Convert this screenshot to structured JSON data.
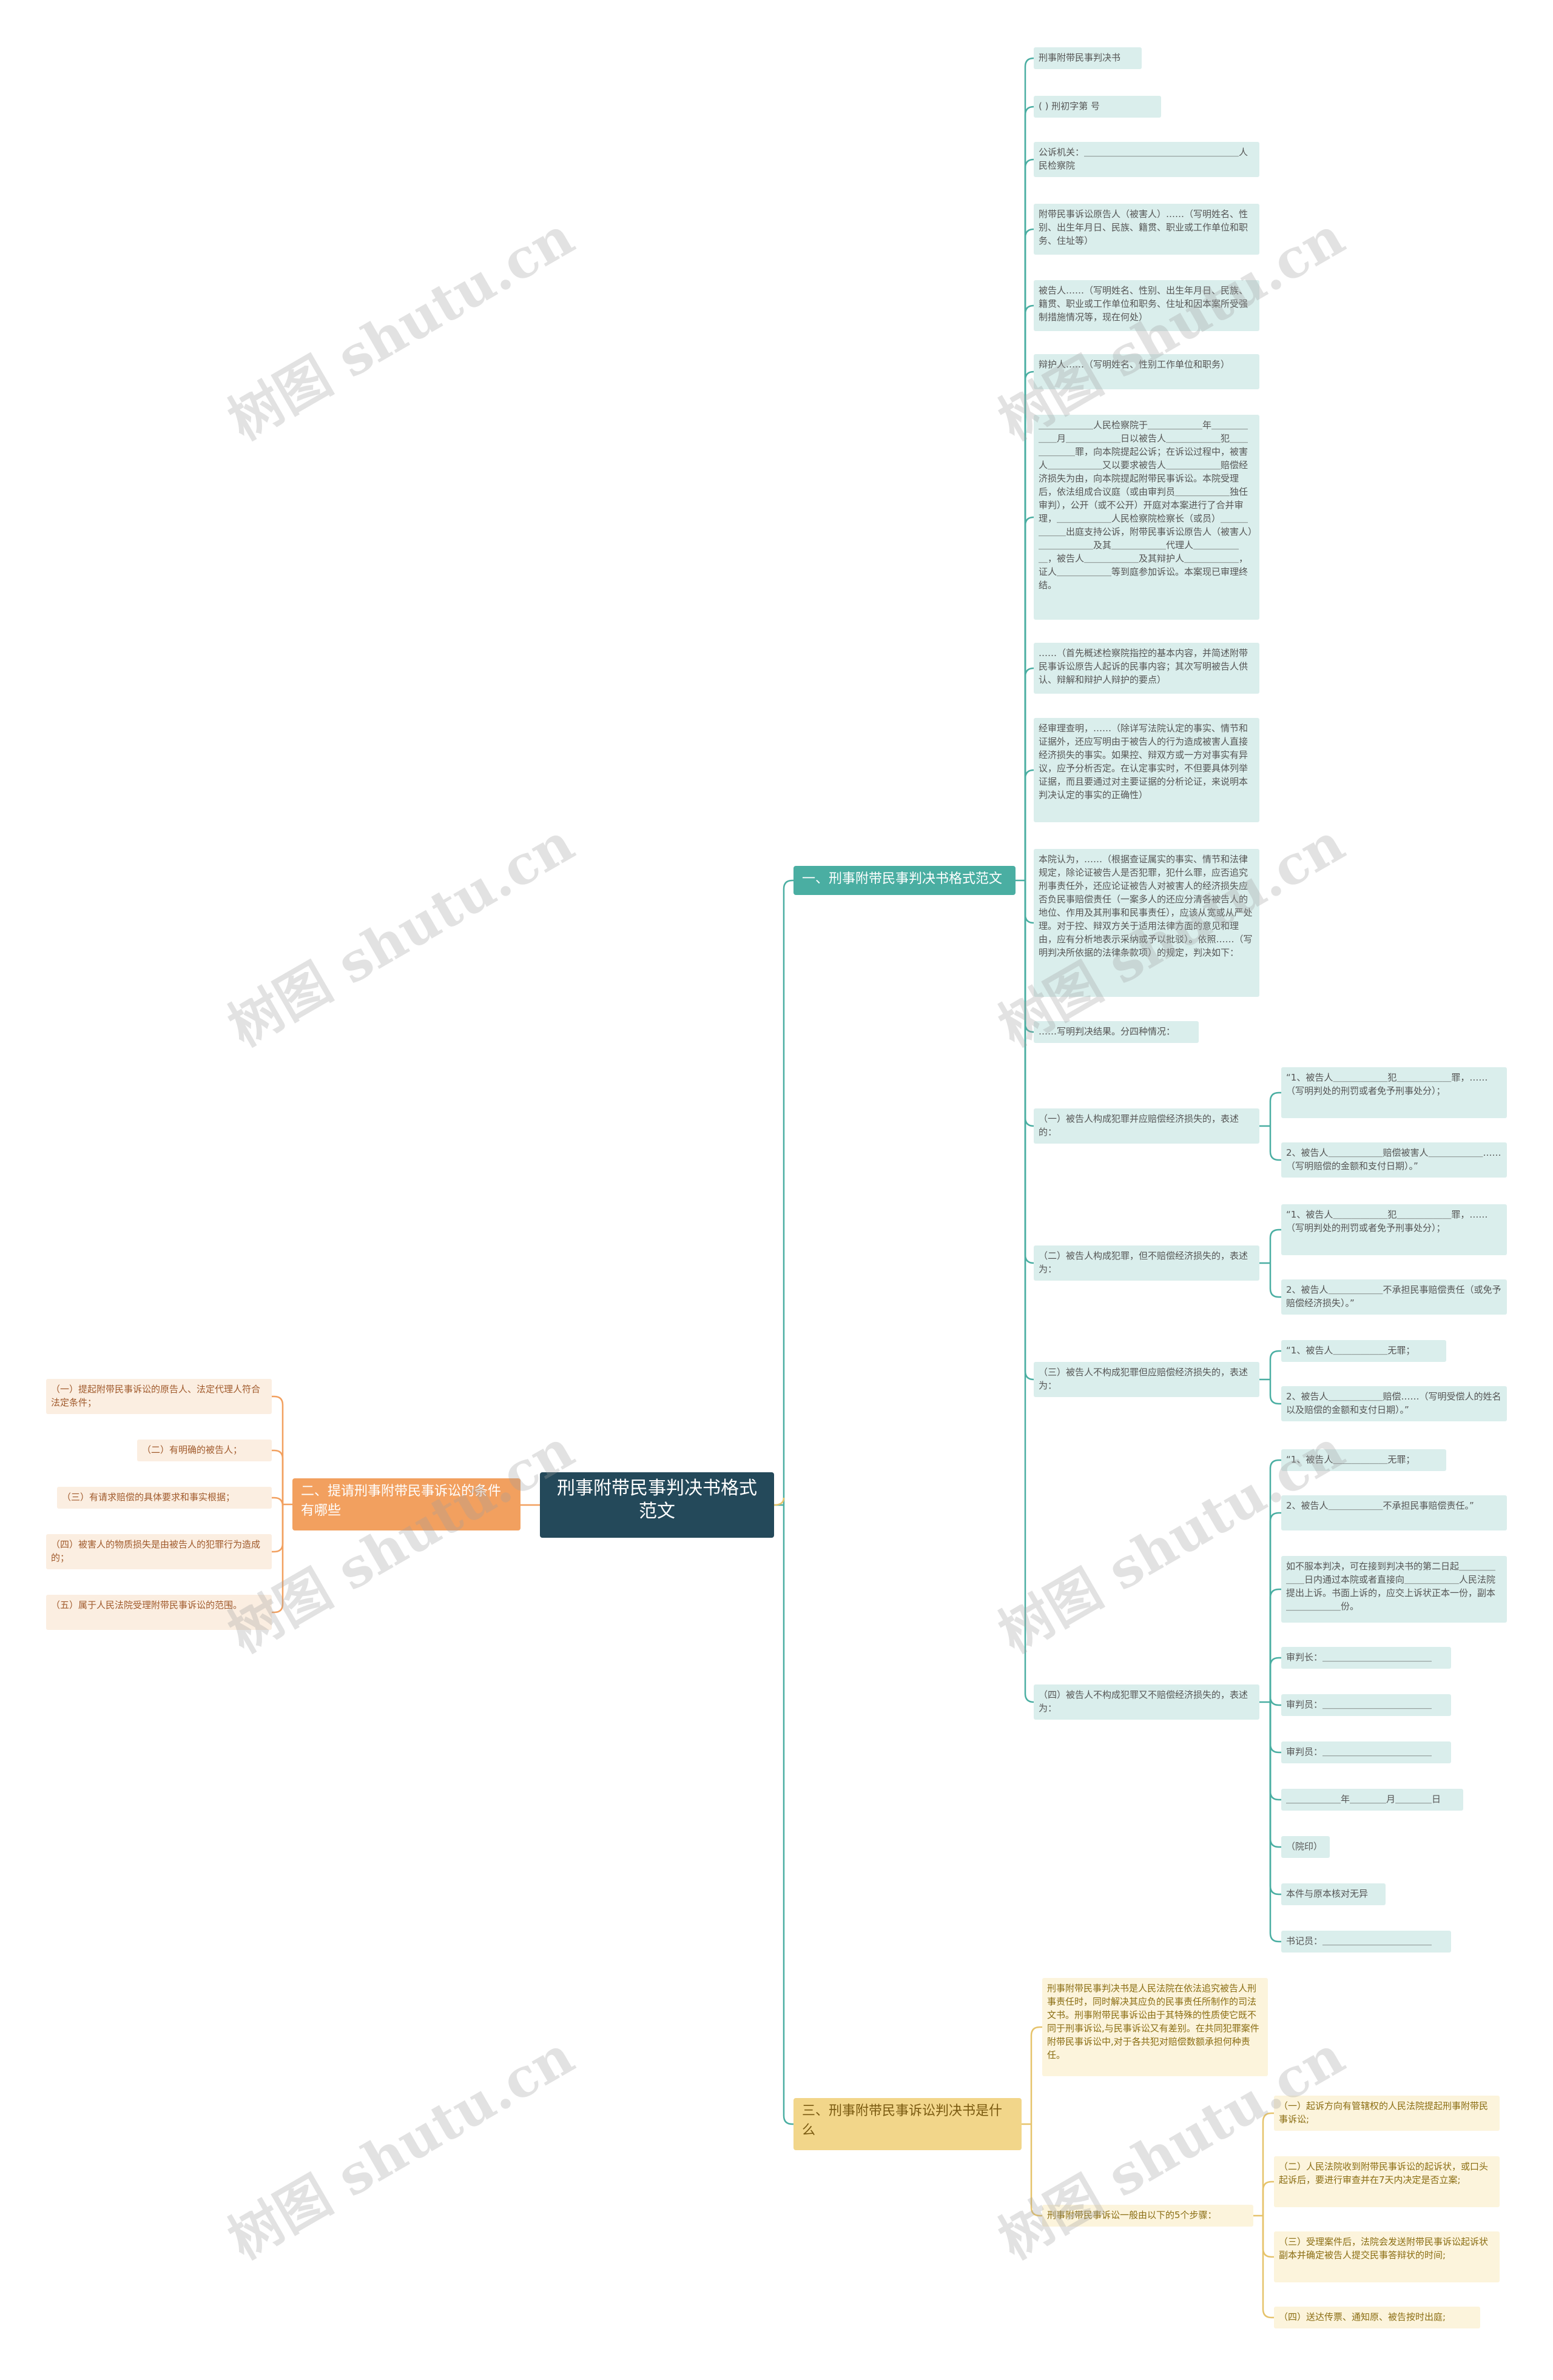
{
  "root": {
    "label": "刑事附带民事判决书格式范文"
  },
  "branches": [
    {
      "label": "一、刑事附带民事判决书格式范文",
      "nodes": [
        "刑事附带民事判决书",
        "(      )  刑初字第      号",
        "公诉机关：＿＿＿＿＿＿＿＿＿＿＿＿＿＿＿＿＿人民检察院",
        "附带民事诉讼原告人（被害人）……（写明姓名、性别、出生年月日、民族、籍贯、职业或工作单位和职务、住址等）",
        "被告人……（写明姓名、性别、出生年月日、民族、籍贯、职业或工作单位和职务、住址和因本案所受强制措施情况等，现在何处）",
        "辩护人……（写明姓名、性别工作单位和职务）",
        "＿＿＿＿＿＿人民检察院于＿＿＿＿＿＿年＿＿＿＿＿＿月＿＿＿＿＿＿日以被告人＿＿＿＿＿＿犯＿＿＿＿＿＿罪，向本院提起公诉；在诉讼过程中，被害人＿＿＿＿＿＿又以要求被告人＿＿＿＿＿＿赔偿经济损失为由，向本院提起附带民事诉讼。本院受理后，依法组成合议庭（或由审判员＿＿＿＿＿＿独任审判），公开（或不公开）开庭对本案进行了合并审理，＿＿＿＿＿＿人民检察院检察长（或员）＿＿＿＿＿＿出庭支持公诉，附带民事诉讼原告人（被害人）＿＿＿＿＿＿及其＿＿＿＿＿＿代理人＿＿＿＿＿＿，被告人＿＿＿＿＿＿及其辩护人＿＿＿＿＿＿，证人＿＿＿＿＿＿等到庭参加诉讼。本案现已审理终结。",
        "……（首先概述检察院指控的基本内容，并简述附带民事诉讼原告人起诉的民事内容；其次写明被告人供认、辩解和辩护人辩护的要点）",
        "经审理查明，……（除详写法院认定的事实、情节和证据外，还应写明由于被告人的行为造成被害人直接经济损失的事实。如果控、辩双方或一方对事实有异议，应予分析否定。在认定事实时，不但要具体列举证据，而且要通过对主要证据的分析论证，来说明本判决认定的事实的正确性）",
        "本院认为，……（根据查证属实的事实、情节和法律规定，除论证被告人是否犯罪，犯什么罪，应否追究刑事责任外，还应论证被告人对被害人的经济损失应否负民事赔偿责任（一案多人的还应分清各被告人的地位、作用及其刑事和民事责任），应该从宽或从严处理。对于控、辩双方关于适用法律方面的意见和理由，应有分析地表示采纳或予以批驳）。依照……（写明判决所依据的法律条款项）的规定，判决如下：",
        "……写明判决结果。分四种情况："
      ],
      "cases": [
        {
          "label": "（一）被告人构成犯罪并应赔偿经济损失的，表述的：",
          "items": [
            "“1、被告人＿＿＿＿＿＿犯＿＿＿＿＿＿罪，……（写明判处的刑罚或者免予刑事处分）；",
            "2、被告人＿＿＿＿＿＿赔偿被害人＿＿＿＿＿＿……（写明赔偿的金额和支付日期）。”"
          ]
        },
        {
          "label": "（二）被告人构成犯罪，但不赔偿经济损失的，表述为：",
          "items": [
            "“1、被告人＿＿＿＿＿＿犯＿＿＿＿＿＿罪，……（写明判处的刑罚或者免予刑事处分）；",
            "2、被告人＿＿＿＿＿＿不承担民事赔偿责任（或免予赔偿经济损失）。”"
          ]
        },
        {
          "label": "（三）被告人不构成犯罪但应赔偿经济损失的，表述为：",
          "items": [
            "“1、被告人＿＿＿＿＿＿无罪；",
            "2、被告人＿＿＿＿＿＿赔偿……（写明受偿人的姓名以及赔偿的金额和支付日期）。”"
          ]
        },
        {
          "label": "（四）被告人不构成犯罪又不赔偿经济损失的，表述为：",
          "items": [
            "“1、被告人＿＿＿＿＿＿无罪；",
            "2、被告人＿＿＿＿＿＿不承担民事赔偿责任。”",
            "如不服本判决，可在接到判决书的第二日起＿＿＿＿＿＿日内通过本院或者直接向＿＿＿＿＿＿人民法院提出上诉。书面上诉的，应交上诉状正本一份，副本＿＿＿＿＿＿份。",
            "审判长：＿＿＿＿＿＿＿＿＿＿＿＿",
            "审判员：＿＿＿＿＿＿＿＿＿＿＿＿",
            "审判员：＿＿＿＿＿＿＿＿＿＿＿＿",
            "＿＿＿＿＿＿年＿＿＿＿月＿＿＿＿日",
            "（院印）",
            "本件与原本核对无异",
            "书记员：＿＿＿＿＿＿＿＿＿＿＿＿"
          ]
        }
      ]
    },
    {
      "label": "二、提请刑事附带民事诉讼的条件有哪些",
      "items": [
        "（一）提起附带民事诉讼的原告人、法定代理人符合法定条件；",
        "（二）有明确的被告人；",
        "（三）有请求赔偿的具体要求和事实根据；",
        "（四）被害人的物质损失是由被告人的犯罪行为造成的；",
        "（五）属于人民法院受理附带民事诉讼的范围。"
      ]
    },
    {
      "label": "三、刑事附带民事诉讼判决书是什么",
      "items": [
        "刑事附带民事判决书是人民法院在依法追究被告人刑事责任时，同时解决其应负的民事责任所制作的司法文书。刑事附带民事诉讼由于其特殊的性质使它既不同于刑事诉讼,与民事诉讼又有差别。在共同犯罪案件附带民事诉讼中,对于各共犯对赔偿数额承担何种责任。",
        "刑事附带民事诉讼一般由以下的5个步骤："
      ],
      "steps": [
        "（一）起诉方向有管辖权的人民法院提起刑事附带民事诉讼;",
        "（二）人民法院收到附带民事诉讼的起诉状，或口头起诉后，要进行审查并在7天内决定是否立案;",
        "（三）受理案件后，法院会发送附带民事诉讼起诉状副本并确定被告人提交民事答辩状的时间;",
        "（四）送达传票、通知原、被告按时出庭;"
      ]
    }
  ],
  "watermark": "树图 shutu.cn",
  "colors": {
    "teal": "#4aaea2",
    "orange": "#f2a05f",
    "gold": "#e6c36a",
    "root": "#24495a"
  }
}
